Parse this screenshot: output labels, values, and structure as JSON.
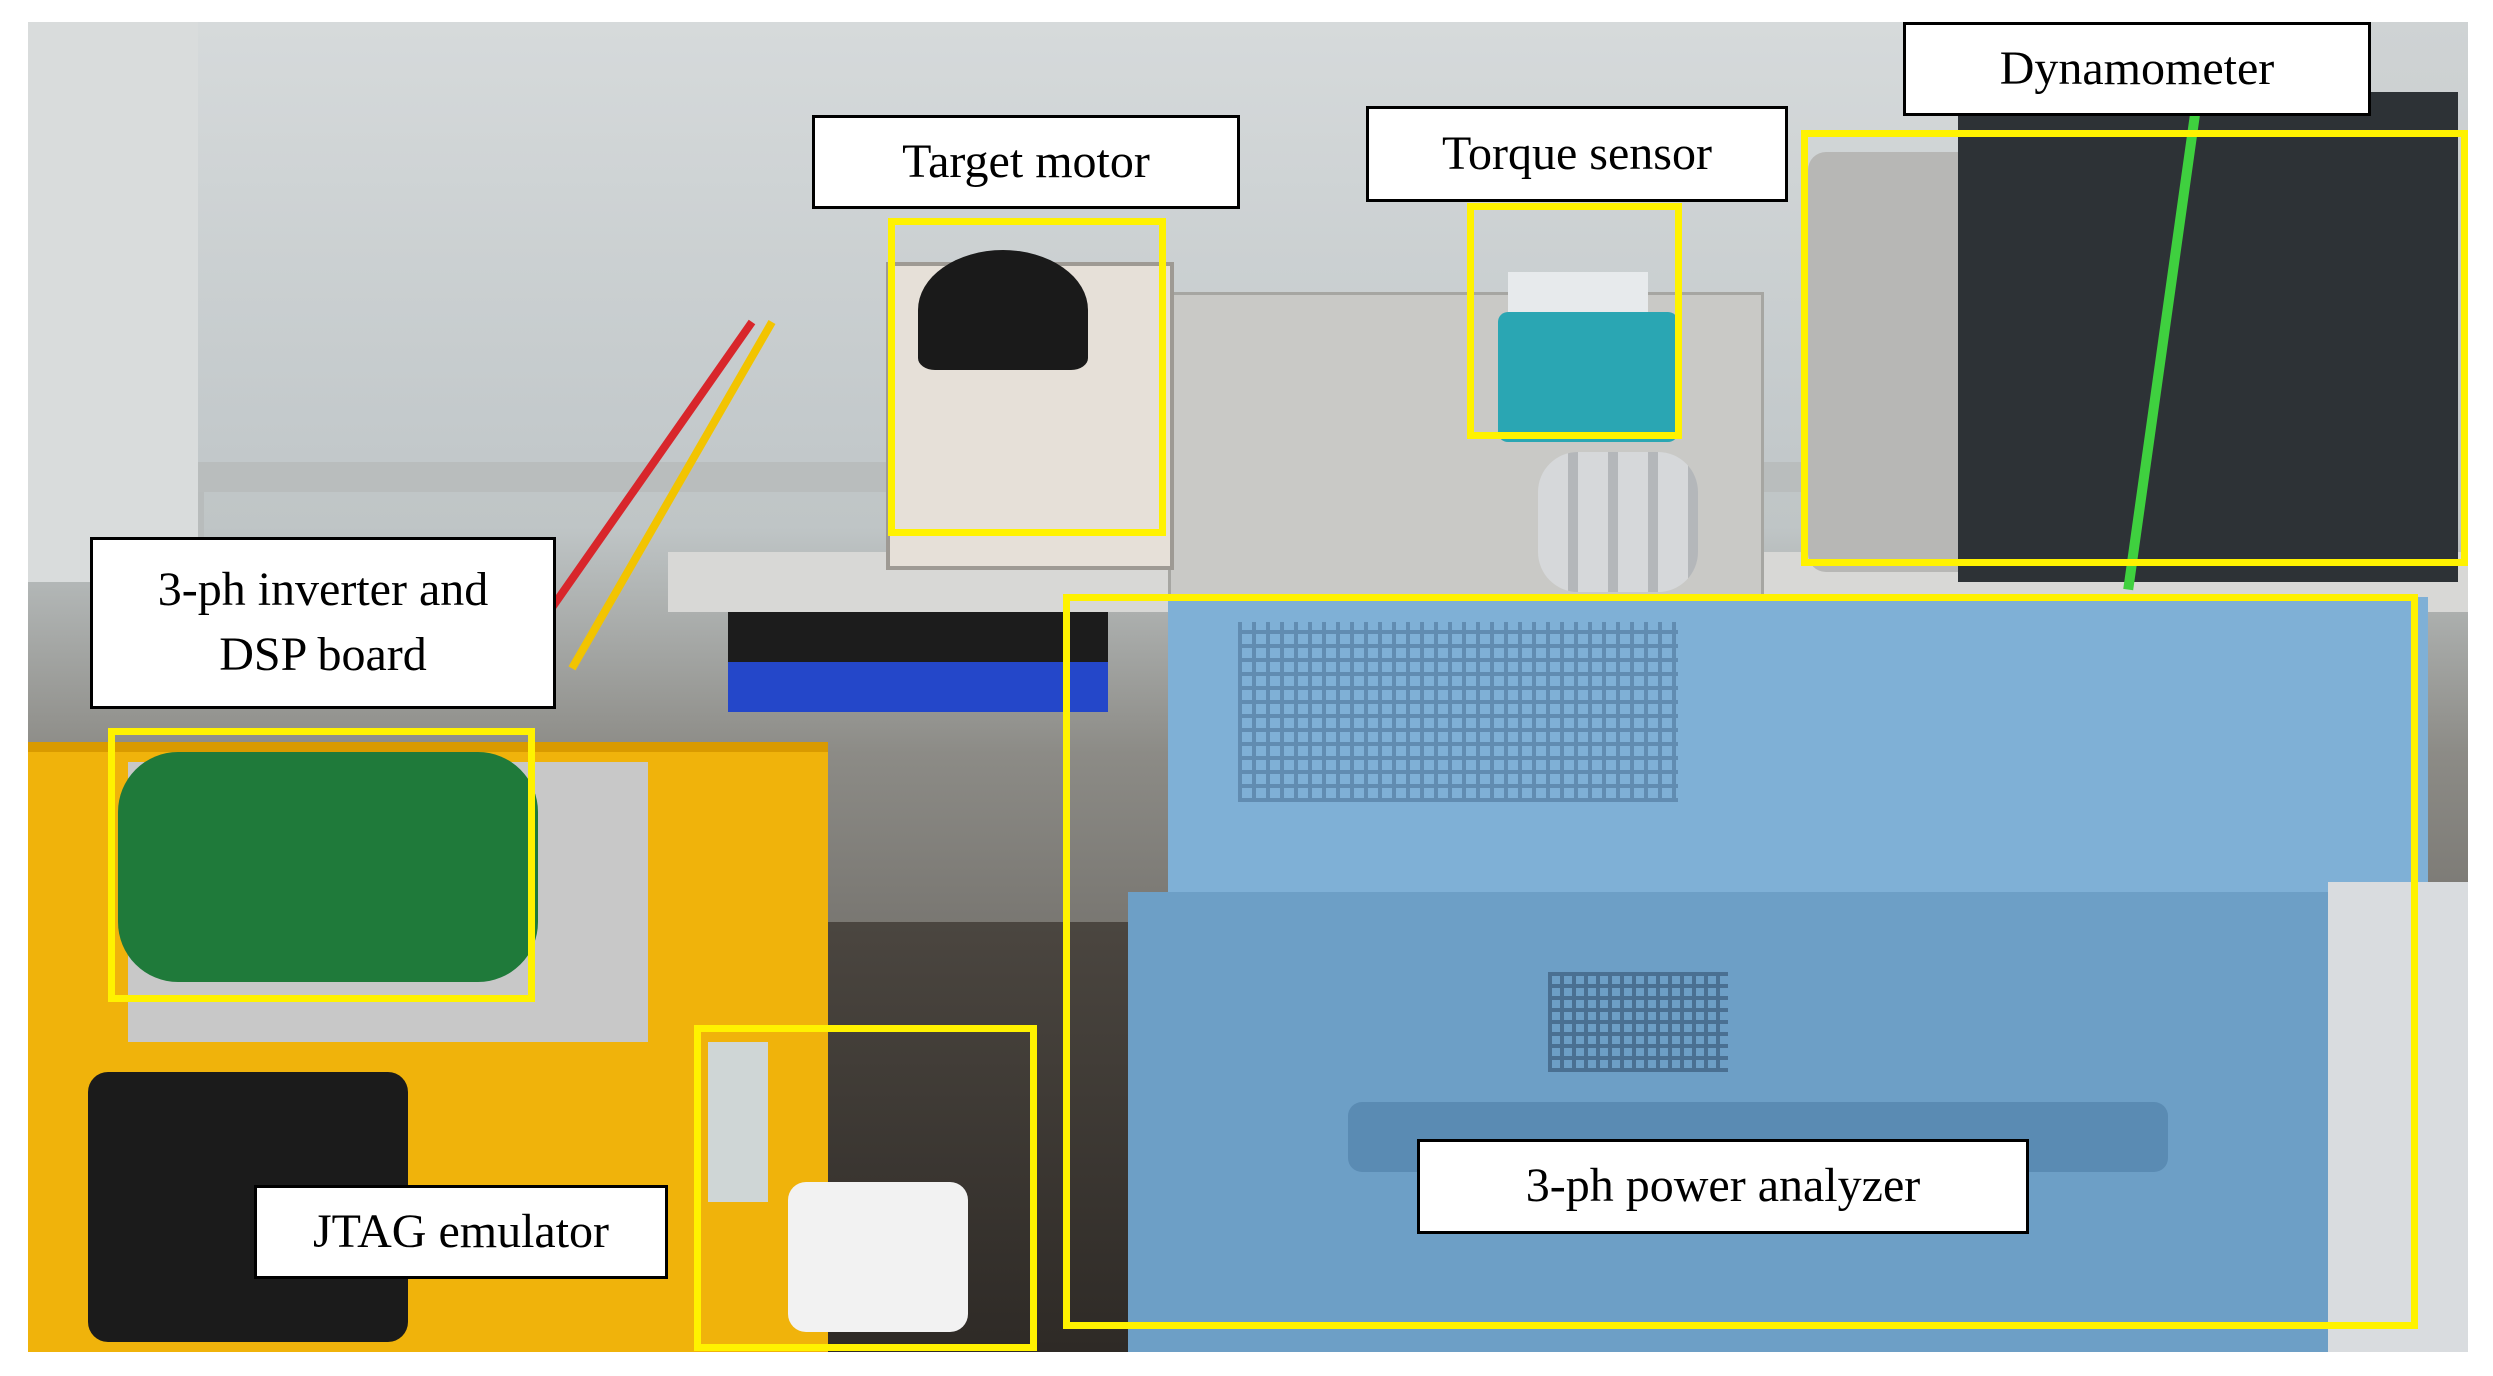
{
  "labels": {
    "target_motor": "Target motor",
    "torque_sensor": "Torque sensor",
    "dynamometer": "Dynamometer",
    "inverter": "3-ph inverter and\nDSP board",
    "jtag": "JTAG emulator",
    "power_analyzer": "3-ph power analyzer"
  },
  "colors": {
    "highlight": "#fff200",
    "label_bg": "#ffffff",
    "label_border": "#000000"
  }
}
